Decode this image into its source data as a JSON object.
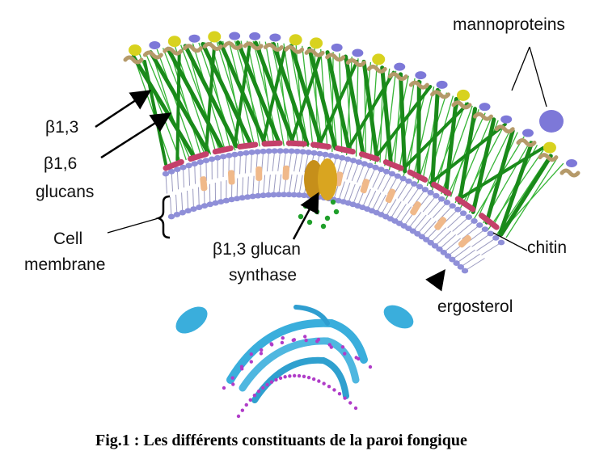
{
  "labels": {
    "mannoproteins": "mannoproteins",
    "beta13": "β1,3",
    "beta16_line1": "β1,6",
    "beta16_line2": "glucans",
    "cell_membrane_line1": "Cell",
    "cell_membrane_line2": "membrane",
    "synthase_line1": "β1,3 glucan",
    "synthase_line2": "synthase",
    "chitin": "chitin",
    "ergosterol": "ergosterol"
  },
  "caption": "Fig.1 : Les différents constituants de la paroi fongique",
  "colors": {
    "glucan_fiber": "#1a8a1a",
    "glucan_thin": "#37b537",
    "mannoprotein_yellow": "#d8d21e",
    "mannoprotein_purple": "#7d78d8",
    "mannoprotein_stalk": "#b59a6a",
    "chitin": "#c4406a",
    "lipid_head": "#8f8fd8",
    "ergosterol": "#f0b98a",
    "synthase": "#d9a520",
    "glucan_particle": "#1f9f2a",
    "organelle": "#3aaedc",
    "er_dots": "#b03cc8"
  }
}
